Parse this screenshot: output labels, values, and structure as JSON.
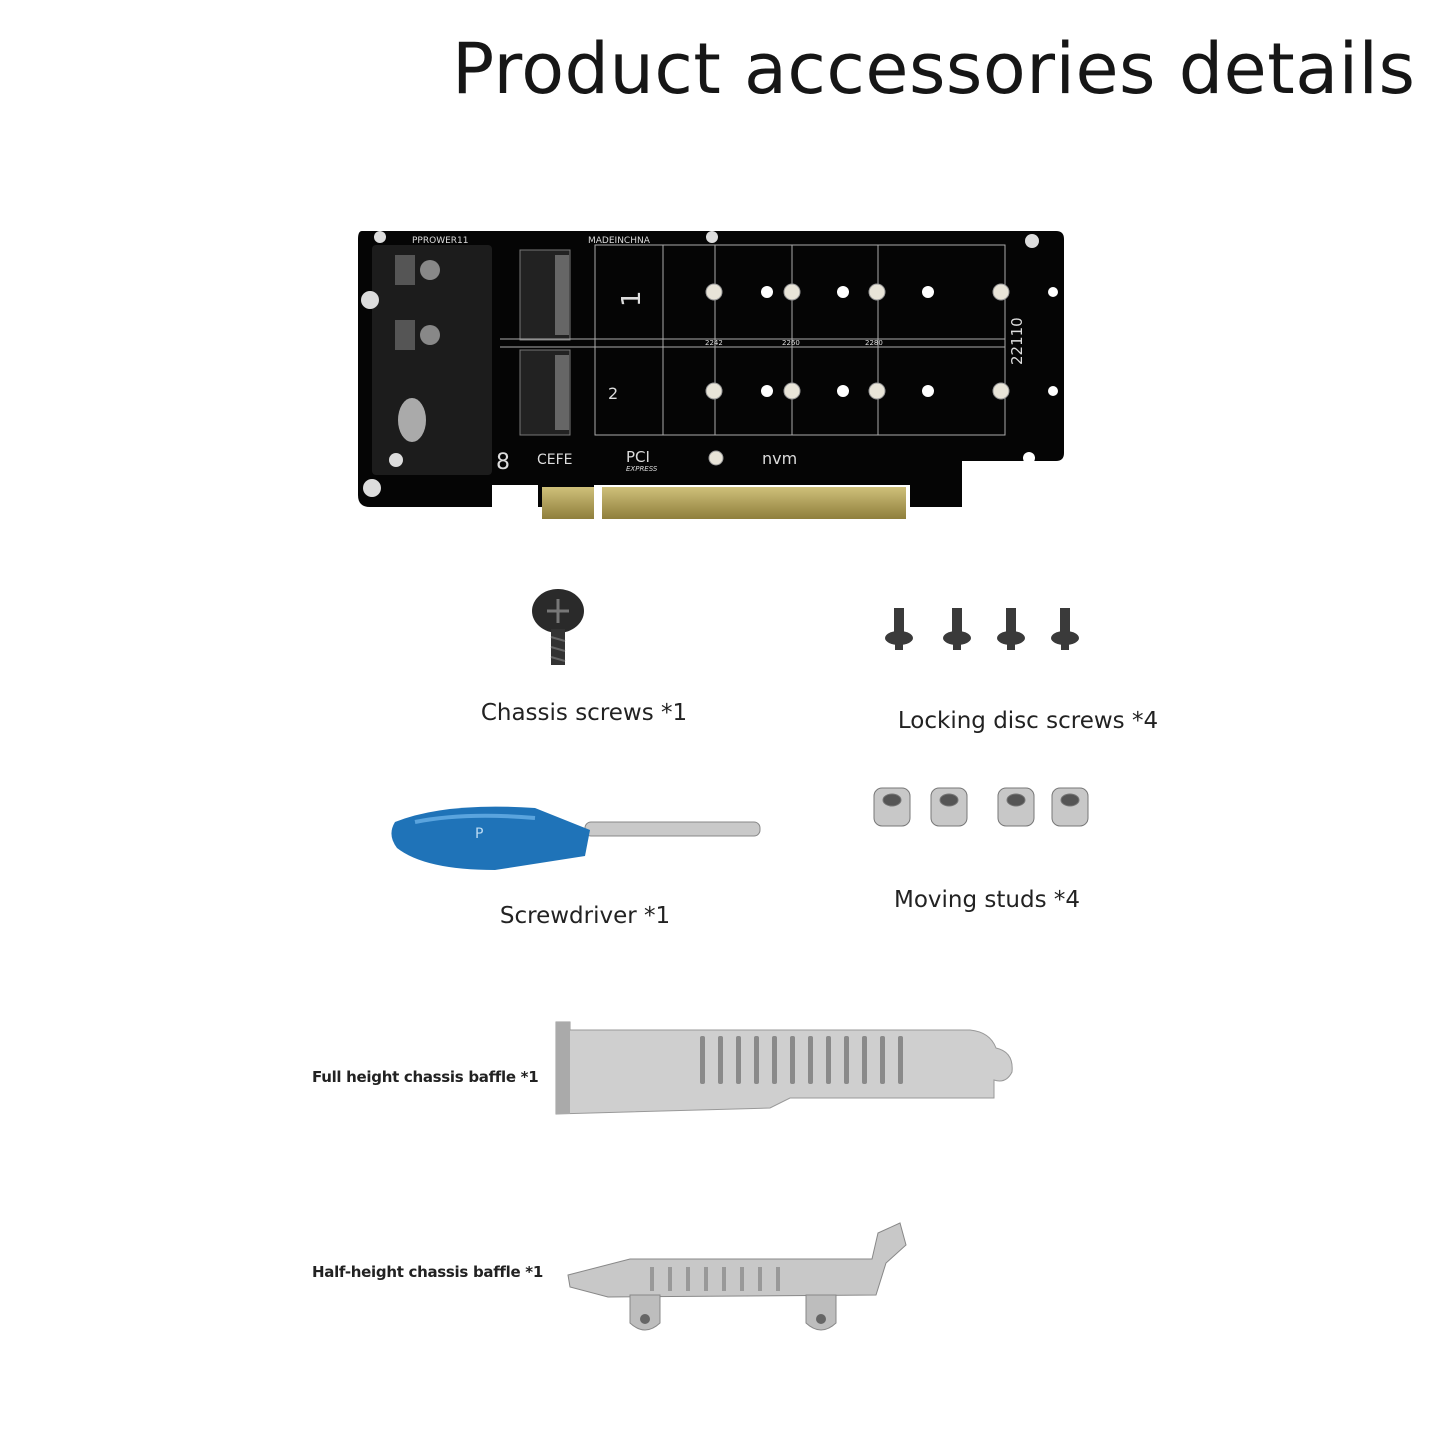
{
  "title": "Product accessories details",
  "colors": {
    "pcb": "#050505",
    "gold": "#b9a862",
    "screwdriver_handle": "#1f73b8",
    "metal": "#c4c4c4",
    "text": "#1a1a1a"
  },
  "pcb_card": {
    "silkscreen": {
      "brand": "PPROWER11",
      "origin": "MADEINCHNA",
      "slot1": "1",
      "slot2": "2",
      "length_max": "22110",
      "len_2242": "2242",
      "len_2260": "2260",
      "len_2280": "2280",
      "num8": "8",
      "cefe": "CEFE",
      "pci": "PCI",
      "express": "EXPRESS",
      "nvm": "nvm"
    }
  },
  "items": {
    "chassis_screws": "Chassis screws *1",
    "locking_disc_screws": "Locking disc screws *4",
    "screwdriver": "Screwdriver *1",
    "screwdriver_mark": "P",
    "moving_studs": "Moving studs *4",
    "full_height_baffle": "Full height chassis baffle *1",
    "half_height_baffle": "Half-height chassis baffle *1"
  }
}
